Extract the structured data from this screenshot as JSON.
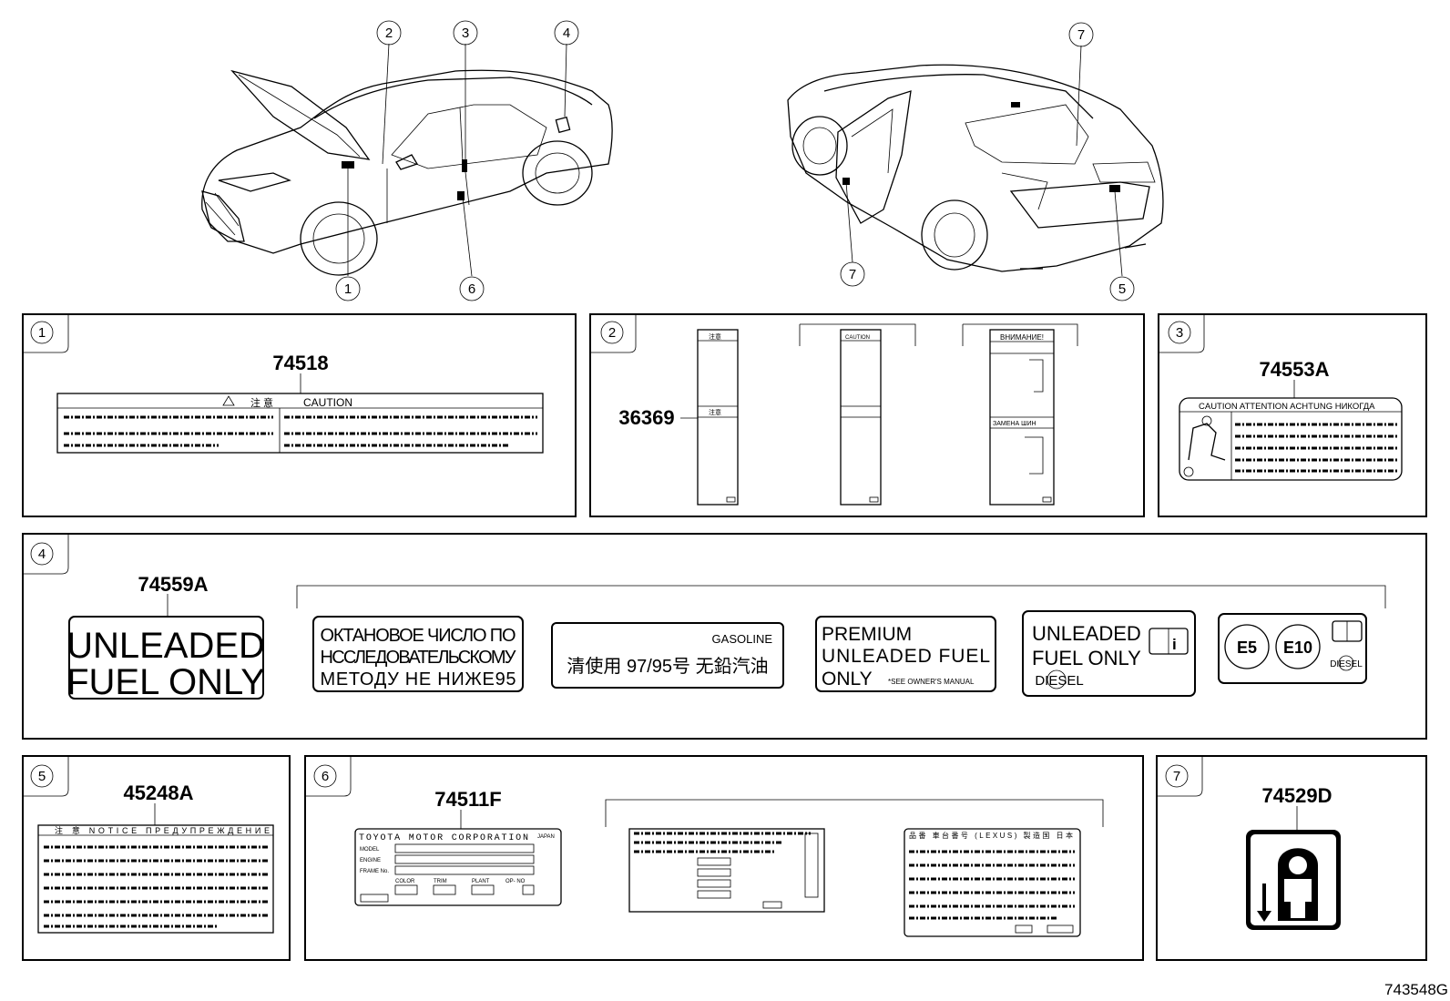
{
  "callouts": [
    "1",
    "2",
    "3",
    "4",
    "5",
    "6",
    "7"
  ],
  "panels": {
    "p1": {
      "num": "1",
      "part": "74518",
      "label_kanji": "注 意",
      "label_caution": "CAUTION"
    },
    "p2": {
      "num": "2",
      "part": "36369",
      "tag1": "注意",
      "tag2": "注意",
      "tag3": "CAUTION",
      "tag4": "ВНИМАНИЕ!",
      "tag5": "ЗАМЕНА ШИН"
    },
    "p3": {
      "num": "3",
      "part": "74553A",
      "header": "CAUTION  ATTENTION  ACHTUNG  НИКОГДА"
    },
    "p4": {
      "num": "4",
      "part": "74559A",
      "unleaded_l1": "UNLEADED",
      "unleaded_l2": "FUEL ONLY",
      "ru_l1": "ОКТАНОВОЕ ЧИСЛО ПО",
      "ru_l2": "НССЛЕДОВАТЕЛЬСКОМУ",
      "ru_l3": "МЕТОДУ НЕ НИЖЕ95",
      "gas_top": "GASOLINE",
      "gas_cn": "清使用 97/95号 无鉛汽油",
      "prem_l1": "PREMIUM",
      "prem_l2": "UNLEADED FUEL",
      "prem_l3": "ONLY",
      "prem_note": "*SEE OWNER'S MANUAL",
      "unl2_l1": "UNLEADED",
      "unl2_l2": "FUEL ONLY",
      "diesel": "DIESEL",
      "e5": "E5",
      "e10": "E10",
      "diesel2": "DIESEL"
    },
    "p5": {
      "num": "5",
      "part": "45248A",
      "header": "注 意  NOTICE  ПРЕДУПРЕЖДЕНИЕ"
    },
    "p6": {
      "num": "6",
      "part": "74511F",
      "corp": "TOYOTA MOTOR CORPORATION",
      "japan": "JAPAN",
      "model": "MODEL",
      "engine": "ENGINE",
      "frame": "FRAME No.",
      "color": "COLOR",
      "trim": "TRIM",
      "plant": "PLANT",
      "opn": "OP- NO",
      "lexus": "品番  車台番号 (LEXUS)  製造国  日本"
    },
    "p7": {
      "num": "7",
      "part": "74529D"
    }
  },
  "diagram_id": "743548G"
}
